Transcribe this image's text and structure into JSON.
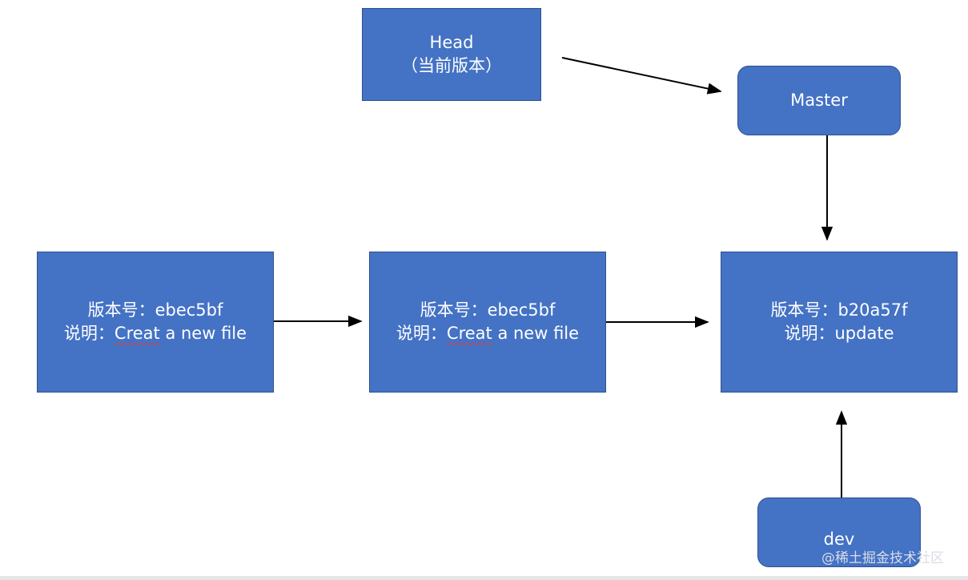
{
  "head": {
    "line1": "Head",
    "line2": "（当前版本）"
  },
  "master": {
    "label": "Master"
  },
  "dev": {
    "label": "dev"
  },
  "commits": [
    {
      "version_label": "版本号：",
      "version": "ebec5bf",
      "desc_label": "说明：",
      "desc_word": "Creat",
      "desc_rest": " a new file"
    },
    {
      "version_label": "版本号：",
      "version": "ebec5bf",
      "desc_label": "说明：",
      "desc_word": "Creat",
      "desc_rest": " a new file"
    },
    {
      "version_label": "版本号：",
      "version": "b20a57f",
      "desc_label": "说明：",
      "desc_word": "update",
      "desc_rest": ""
    }
  ],
  "watermark": "@稀土掘金技术社区",
  "colors": {
    "box_fill": "#4472c4",
    "box_border": "#2f528f",
    "text": "#ffffff",
    "arrow": "#000000"
  }
}
